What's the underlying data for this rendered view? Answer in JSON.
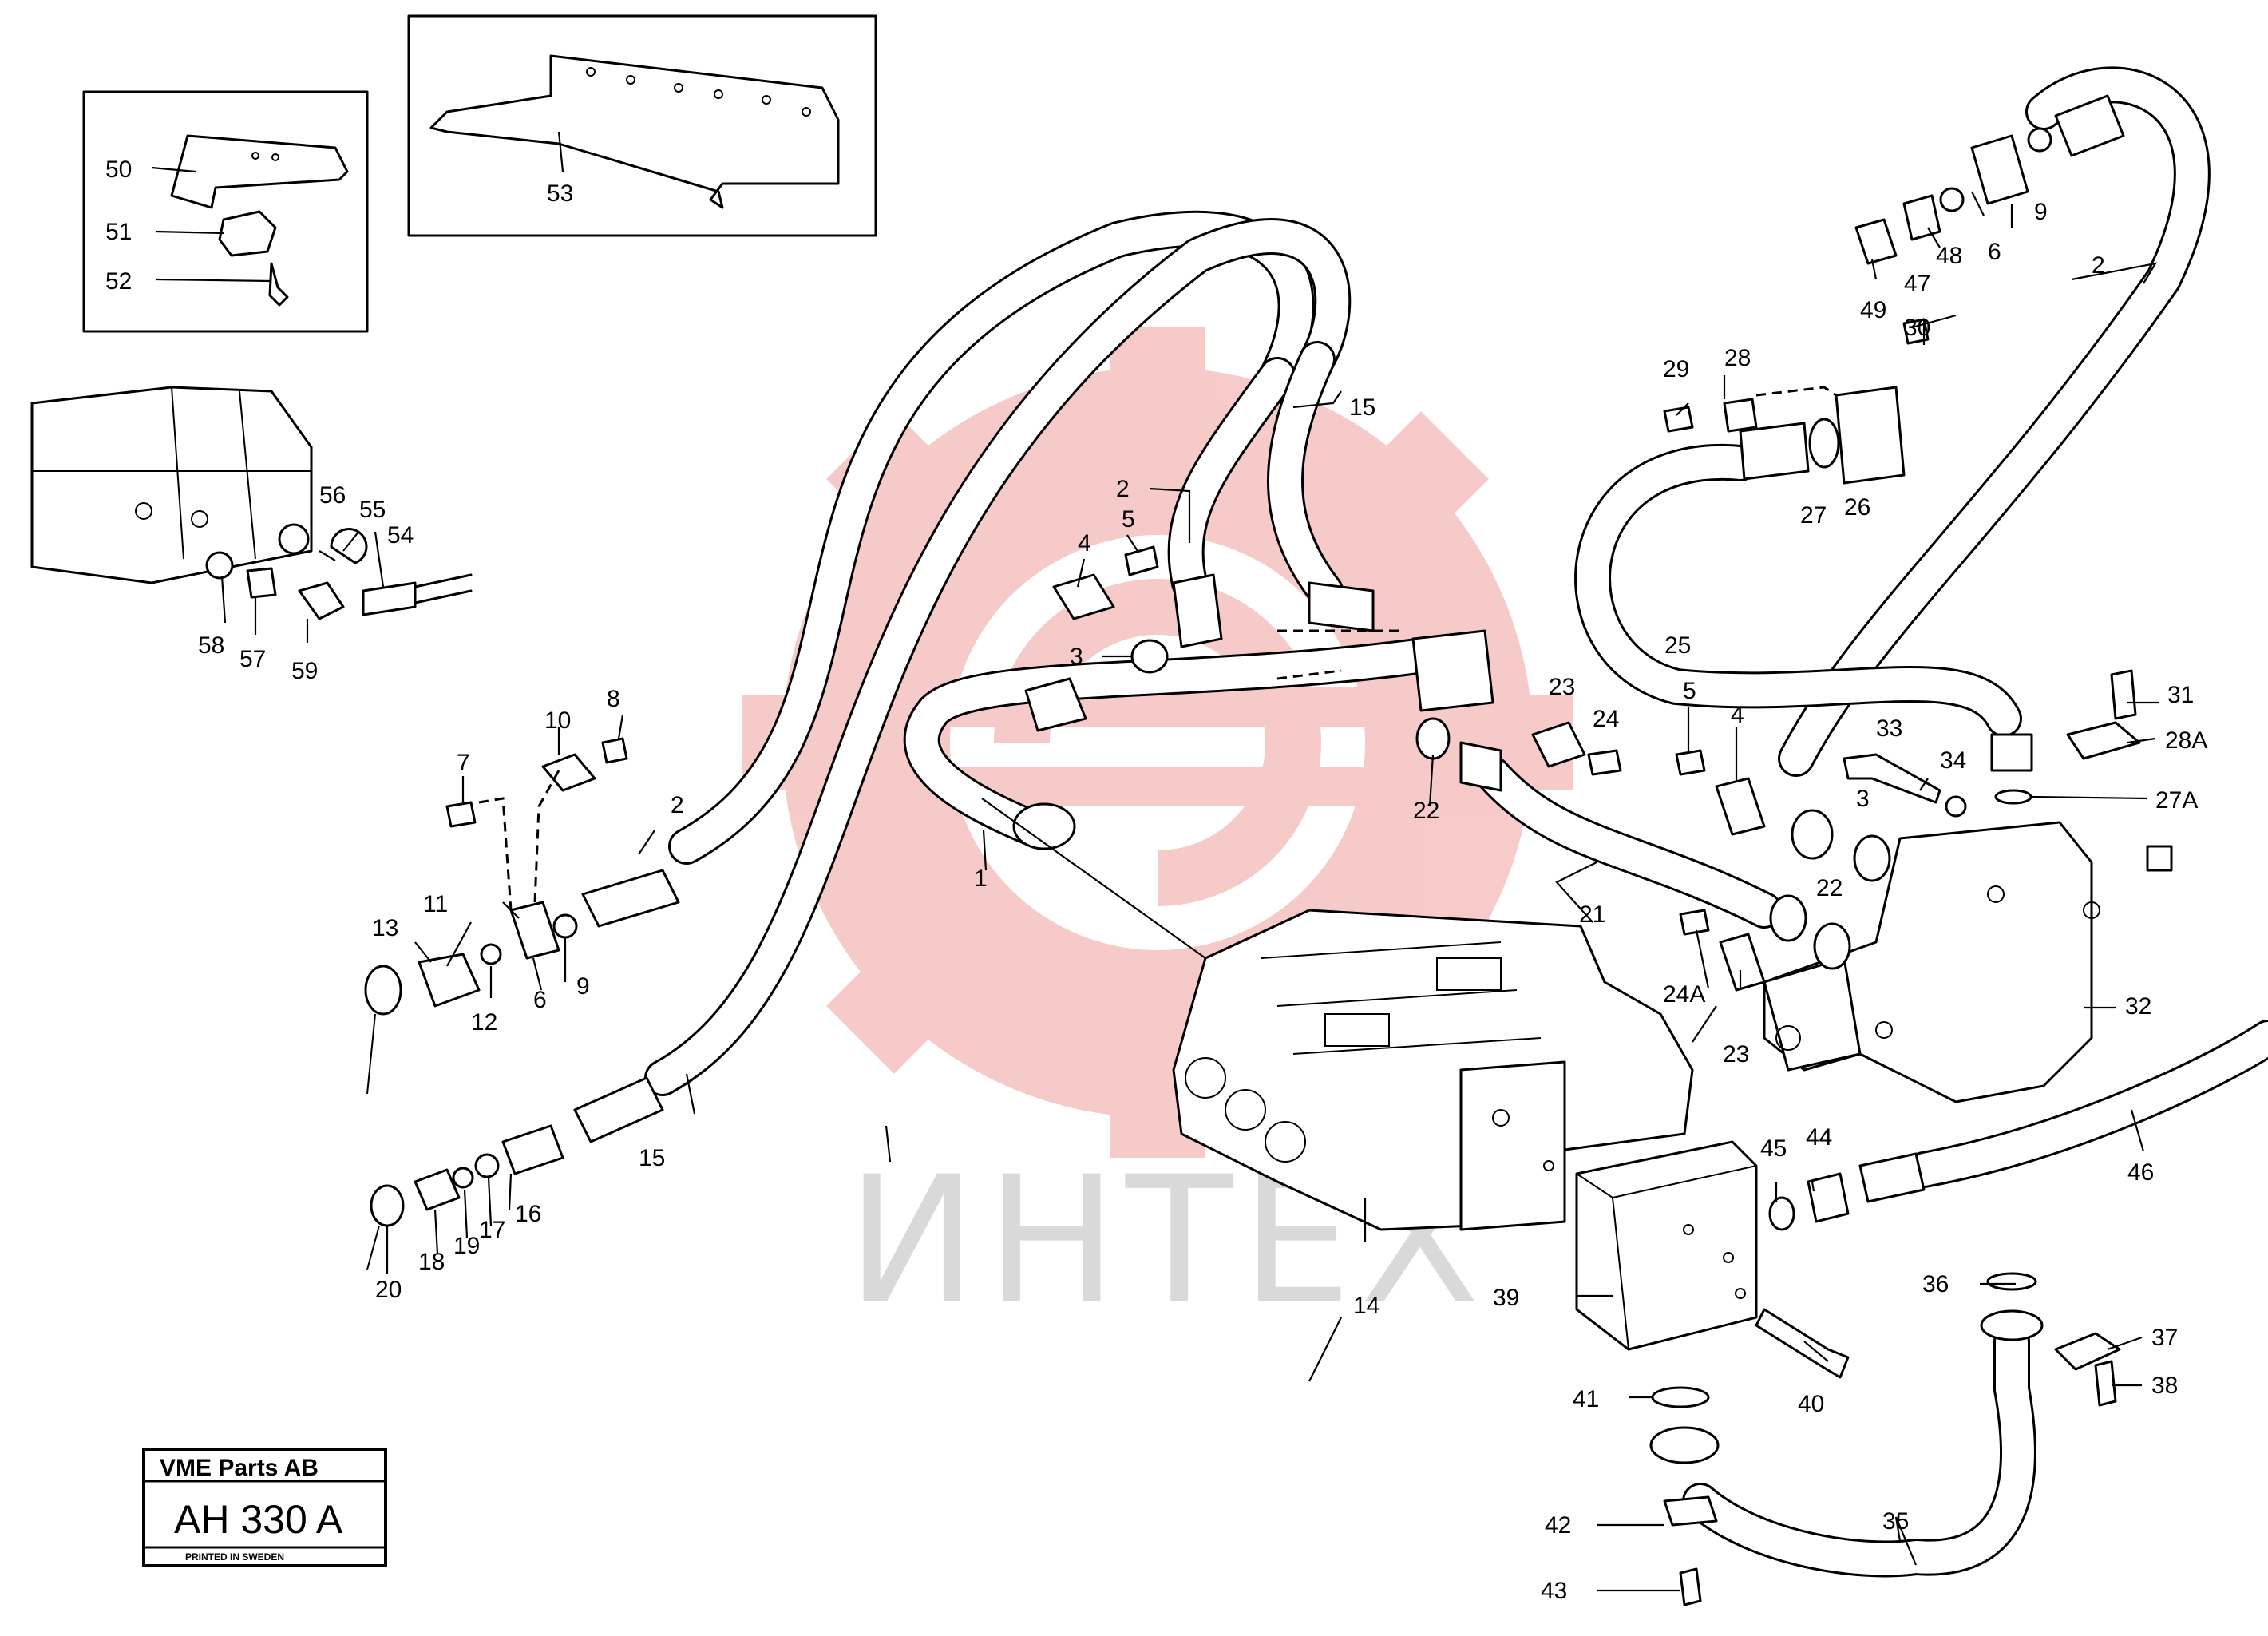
{
  "watermark": {
    "text": "ИНТЕХ",
    "logo_color": "#e64545",
    "text_color": "#d9d9d9"
  },
  "stamp": {
    "company": "VME Parts AB",
    "code": "AH 330 A",
    "footer": "PRINTED IN SWEDEN"
  },
  "callouts": {
    "c1": "1",
    "c2a": "2",
    "c2b": "2",
    "c2c": "2",
    "c3a": "3",
    "c3b": "3",
    "c4a": "4",
    "c4b": "4",
    "c5a": "5",
    "c5b": "5",
    "c6a": "6",
    "c6b": "6",
    "c7": "7",
    "c8": "8",
    "c9a": "9",
    "c9b": "9",
    "c10": "10",
    "c11": "11",
    "c12": "12",
    "c13": "13",
    "c14": "14",
    "c15a": "15",
    "c15b": "15",
    "c16": "16",
    "c17": "17",
    "c18": "18",
    "c19": "19",
    "c20": "20",
    "c21": "21",
    "c22a": "22",
    "c22b": "22",
    "c23a": "23",
    "c23b": "23",
    "c24": "24",
    "c24a": "24A",
    "c25": "25",
    "c26": "26",
    "c27": "27",
    "c27a": "27A",
    "c28": "28",
    "c28a": "28A",
    "c29": "29",
    "c30": "30",
    "c31": "31",
    "c32": "32",
    "c33": "33",
    "c34": "34",
    "c35": "35",
    "c36": "36",
    "c37": "37",
    "c38": "38",
    "c39": "39",
    "c40": "40",
    "c41": "41",
    "c42": "42",
    "c43": "43",
    "c44": "44",
    "c45": "45",
    "c46": "46",
    "c47": "47",
    "c48": "48",
    "c49": "49",
    "c50": "50",
    "c51": "51",
    "c52": "52",
    "c53": "53",
    "c54": "54",
    "c55": "55",
    "c56": "56",
    "c57": "57",
    "c58": "58",
    "c59": "59"
  }
}
